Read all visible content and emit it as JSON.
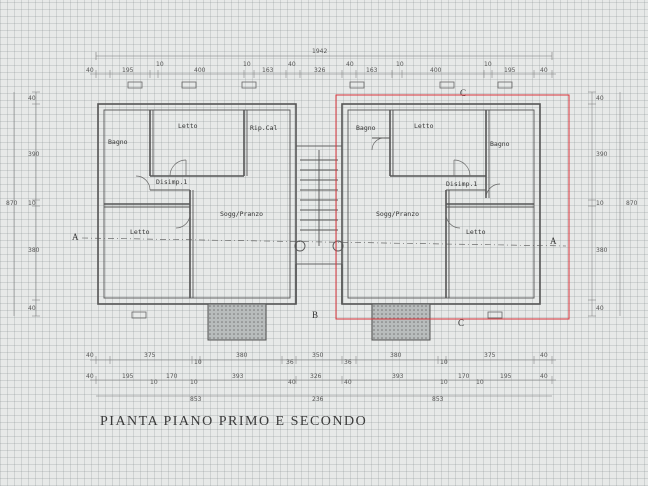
{
  "title": "PIANTA PIANO PRIMO E SECONDO",
  "dimensions": {
    "overall": "1942",
    "top_left": [
      "40",
      "195",
      "10",
      "400",
      "10",
      "163",
      "40"
    ],
    "top_mid": "326",
    "top_right": [
      "40",
      "163",
      "10",
      "400",
      "10",
      "195",
      "40"
    ],
    "bottom_row1": [
      "40",
      "375",
      "10",
      "380",
      "36",
      "350",
      "36",
      "380",
      "10",
      "375",
      "40"
    ],
    "bottom_row2": [
      "40",
      "195",
      "10",
      "170",
      "10",
      "393",
      "40",
      "326",
      "40",
      "393",
      "10",
      "170",
      "10",
      "195",
      "40"
    ],
    "bottom_left_total": "853",
    "bottom_mid_total": "236",
    "bottom_right_total": "853",
    "left_side": [
      "40",
      "390",
      "10",
      "380",
      "40"
    ],
    "left_total": "870",
    "right_side": [
      "40",
      "390",
      "10",
      "380",
      "40"
    ],
    "right_total": "870"
  },
  "rooms_left": {
    "bagno": "Bagno",
    "letto_top": "Letto",
    "rip": "Rip.Cal",
    "disimp": "Disimp.1",
    "letto_bottom": "Letto",
    "sogg": "Sogg/Pranzo"
  },
  "rooms_right": {
    "bagno_small": "Bagno",
    "letto_top": "Letto",
    "bagno": "Bagno",
    "disimp": "Disimp.1",
    "sogg": "Sogg/Pranzo",
    "letto_bottom": "Letto"
  },
  "section_labels": {
    "a_left": "A",
    "a_right": "A",
    "b": "B",
    "c_top": "C",
    "c_bottom": "C"
  },
  "colors": {
    "selection": "#d9343a",
    "wall": "#555555"
  }
}
